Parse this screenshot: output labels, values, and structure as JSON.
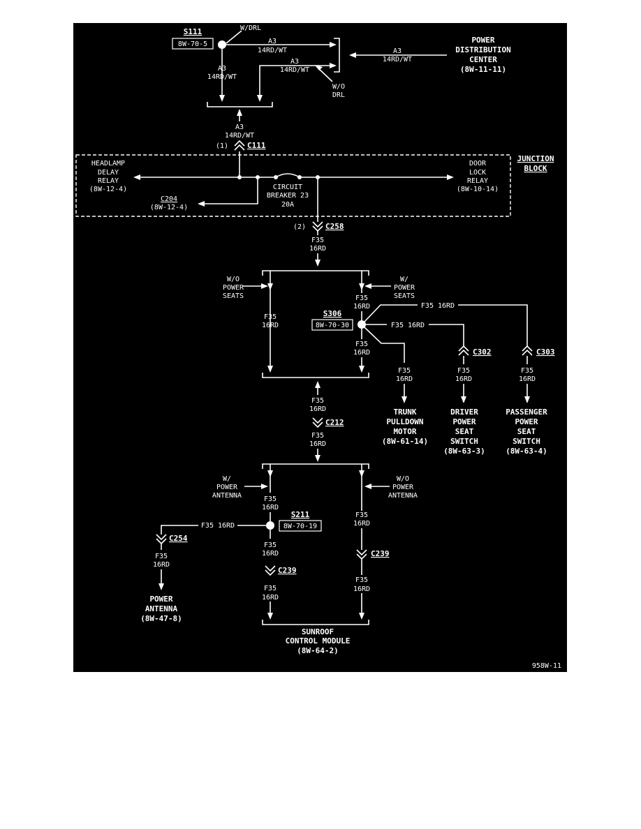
{
  "diagram": {
    "splices": {
      "s111": {
        "name": "S111",
        "ref": "8W-70-5"
      },
      "s306": {
        "name": "S306",
        "ref": "8W-70-30"
      },
      "s211": {
        "name": "S211",
        "ref": "8W-70-19"
      }
    },
    "wires": {
      "w_drl": "W/DRL",
      "wo_drl_1": "W/O",
      "wo_drl_2": "DRL",
      "a3": "A3",
      "a3_14rdwt": "14RD/WT",
      "f35": "F35",
      "f35_16rd": "16RD",
      "f35_16rd_inline": "F35 16RD"
    },
    "connectors": {
      "c111": "C111",
      "c111_pin": "(1)",
      "c258": "C258",
      "c258_pin": "(2)",
      "c204": "C204",
      "c204_ref": "(8W-12-4)",
      "c302": "C302",
      "c303": "C303",
      "c212": "C212",
      "c254": "C254",
      "c239": "C239"
    },
    "pdc": {
      "l1": "POWER",
      "l2": "DISTRIBUTION",
      "l3": "CENTER",
      "ref": "(8W-11-11)"
    },
    "junction_block": {
      "l1": "JUNCTION",
      "l2": "BLOCK"
    },
    "headlamp_relay": {
      "l1": "HEADLAMP",
      "l2": "DELAY",
      "l3": "RELAY",
      "ref": "(8W-12-4)"
    },
    "door_lock_relay": {
      "l1": "DOOR",
      "l2": "LOCK",
      "l3": "RELAY",
      "ref": "(8W-10-14)"
    },
    "circuit_breaker": {
      "l1": "CIRCUIT",
      "l2": "BREAKER 23",
      "l3": "20A"
    },
    "options": {
      "wo_power_seats": {
        "l1": "W/O",
        "l2": "POWER",
        "l3": "SEATS"
      },
      "w_power_seats": {
        "l1": "W/",
        "l2": "POWER",
        "l3": "SEATS"
      },
      "w_power_antenna": {
        "l1": "W/",
        "l2": "POWER",
        "l3": "ANTENNA"
      },
      "wo_power_antenna": {
        "l1": "W/O",
        "l2": "POWER",
        "l3": "ANTENNA"
      }
    },
    "trunk_motor": {
      "l1": "TRUNK",
      "l2": "PULLDOWN",
      "l3": "MOTOR",
      "ref": "(8W-61-14)"
    },
    "driver_seat": {
      "l1": "DRIVER",
      "l2": "POWER",
      "l3": "SEAT",
      "l4": "SWITCH",
      "ref": "(8W-63-3)"
    },
    "passenger_seat": {
      "l1": "PASSENGER",
      "l2": "POWER",
      "l3": "SEAT",
      "l4": "SWITCH",
      "ref": "(8W-63-4)"
    },
    "power_antenna": {
      "l1": "POWER",
      "l2": "ANTENNA",
      "ref": "(8W-47-8)"
    },
    "sunroof": {
      "l1": "SUNROOF",
      "l2": "CONTROL MODULE",
      "ref": "(8W-64-2)"
    },
    "figure_id": "958W-11"
  }
}
